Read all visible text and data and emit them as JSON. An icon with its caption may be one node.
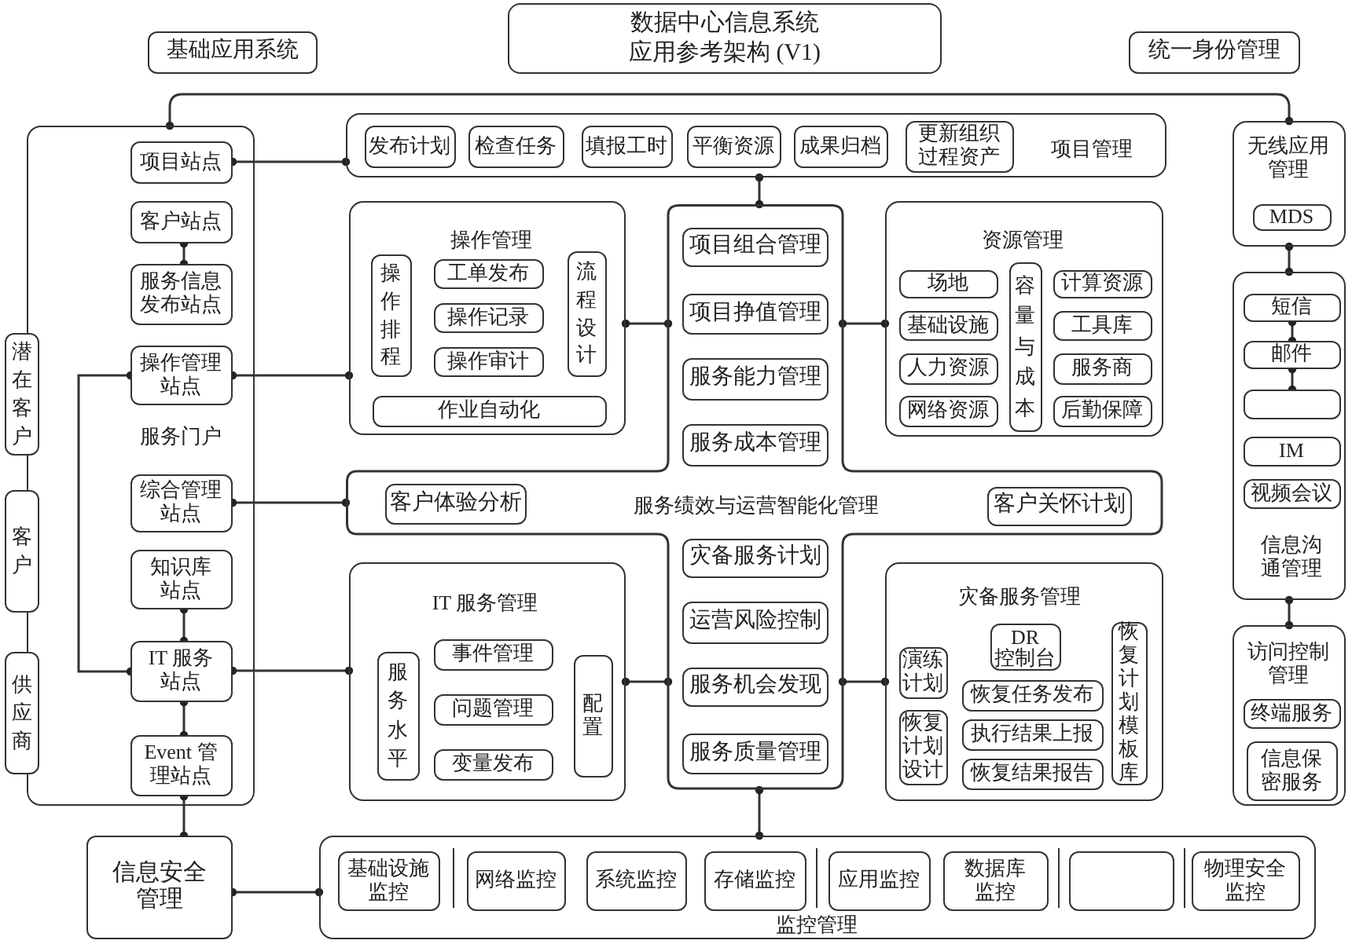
{
  "diagram": {
    "title": "数据中心信息系统应用参考架构 (V1)",
    "nodes": [
      {
        "text": [
          "基础应用系统"
        ]
      },
      {
        "text": [
          "统一身份管理"
        ]
      },
      {
        "text": [
          "服务门户"
        ]
      },
      {
        "text": [
          "项目站点"
        ],
        "in": 2
      },
      {
        "text": [
          "客户站点"
        ],
        "in": 2
      },
      {
        "text": [
          "服务信息发布站点"
        ],
        "in": 2
      },
      {
        "text": [
          "操作管理站点"
        ],
        "in": 2
      },
      {
        "text": [
          "综合管理站点"
        ],
        "in": 2
      },
      {
        "text": [
          "知识库站点"
        ],
        "in": 2
      },
      {
        "text": [
          "IT 服务站点"
        ],
        "in": 2
      },
      {
        "text": [
          "Event 管理站点"
        ],
        "in": 2
      },
      {
        "text": [
          "潜在客户"
        ]
      },
      {
        "text": [
          "客户"
        ]
      },
      {
        "text": [
          "供应商"
        ]
      },
      {
        "text": [
          "项目管理"
        ]
      },
      {
        "text": [
          "发布计划"
        ],
        "in": 14
      },
      {
        "text": [
          "检查任务"
        ],
        "in": 14
      },
      {
        "text": [
          "填报工时"
        ],
        "in": 14
      },
      {
        "text": [
          "平衡资源"
        ],
        "in": 14
      },
      {
        "text": [
          "成果归档"
        ],
        "in": 14
      },
      {
        "text": [
          "更新组织过程资产"
        ],
        "in": 14
      },
      {
        "text": [
          "操作管理"
        ]
      },
      {
        "text": [
          "操作排程"
        ],
        "in": 21
      },
      {
        "text": [
          "工单发布"
        ],
        "in": 21
      },
      {
        "text": [
          "操作记录"
        ],
        "in": 21
      },
      {
        "text": [
          "操作审计"
        ],
        "in": 21
      },
      {
        "text": [
          "流程设计"
        ],
        "in": 21
      },
      {
        "text": [
          "作业自动化"
        ],
        "in": 21
      },
      {
        "text": [
          "服务绩效与运营智能化管理"
        ]
      },
      {
        "text": [
          "项目组合管理"
        ],
        "in": 28
      },
      {
        "text": [
          "项目挣值管理"
        ],
        "in": 28
      },
      {
        "text": [
          "服务能力管理"
        ],
        "in": 28
      },
      {
        "text": [
          "服务成本管理"
        ],
        "in": 28
      },
      {
        "text": [
          "客户体验分析"
        ],
        "in": 28
      },
      {
        "text": [
          "客户关怀计划"
        ],
        "in": 28
      },
      {
        "text": [
          "灾备服务计划"
        ],
        "in": 28
      },
      {
        "text": [
          "运营风险控制"
        ],
        "in": 28
      },
      {
        "text": [
          "服务机会发现"
        ],
        "in": 28
      },
      {
        "text": [
          "服务质量管理"
        ],
        "in": 28
      },
      {
        "text": [
          "资源管理"
        ]
      },
      {
        "text": [
          "场地"
        ],
        "in": 39
      },
      {
        "text": [
          "基础设施"
        ],
        "in": 39
      },
      {
        "text": [
          "人力资源"
        ],
        "in": 39
      },
      {
        "text": [
          "网络资源"
        ],
        "in": 39
      },
      {
        "text": [
          "容量与成本"
        ],
        "in": 39
      },
      {
        "text": [
          "计算资源"
        ],
        "in": 39
      },
      {
        "text": [
          "工具库"
        ],
        "in": 39
      },
      {
        "text": [
          "服务商"
        ],
        "in": 39
      },
      {
        "text": [
          "后勤保障"
        ],
        "in": 39
      },
      {
        "text": [
          "IT 服务管理"
        ]
      },
      {
        "text": [
          "服务水平"
        ],
        "in": 49
      },
      {
        "text": [
          "事件管理"
        ],
        "in": 49
      },
      {
        "text": [
          "问题管理"
        ],
        "in": 49
      },
      {
        "text": [
          "变量发布"
        ],
        "in": 49
      },
      {
        "text": [
          "配置"
        ],
        "in": 49
      },
      {
        "text": [
          "灾备服务管理"
        ]
      },
      {
        "text": [
          "DR 控制台"
        ],
        "in": 55
      },
      {
        "text": [
          "演练计划"
        ],
        "in": 55
      },
      {
        "text": [
          "恢复计划设计"
        ],
        "in": 55
      },
      {
        "text": [
          "恢复任务发布"
        ],
        "in": 55
      },
      {
        "text": [
          "执行结果上报"
        ],
        "in": 55
      },
      {
        "text": [
          "恢复结果报告"
        ],
        "in": 55
      },
      {
        "text": [
          "恢复计划模板库"
        ],
        "in": 55
      },
      {
        "text": [
          "无线应用管理"
        ]
      },
      {
        "text": [
          "MDS"
        ],
        "in": 63
      },
      {
        "text": [
          "信息沟通管理"
        ]
      },
      {
        "text": [
          "短信"
        ],
        "in": 65
      },
      {
        "text": [
          "邮件"
        ],
        "in": 65
      },
      {
        "text": [],
        "shape": "box",
        "in": 65
      },
      {
        "text": [
          "IM"
        ],
        "in": 65
      },
      {
        "text": [
          "视频会议"
        ],
        "in": 65
      },
      {
        "text": [
          "访问控制管理"
        ]
      },
      {
        "text": [
          "终端服务"
        ],
        "in": 71
      },
      {
        "text": [
          "信息保密服务"
        ],
        "in": 71
      },
      {
        "text": [
          "信息安全管理"
        ]
      },
      {
        "text": [
          "监控管理"
        ]
      },
      {
        "text": [
          "基础设施监控"
        ],
        "in": 75
      },
      {
        "text": [
          "网络监控"
        ],
        "in": 75
      },
      {
        "text": [
          "系统监控"
        ],
        "in": 75
      },
      {
        "text": [
          "存储监控"
        ],
        "in": 75
      },
      {
        "text": [
          "应用监控"
        ],
        "in": 75
      },
      {
        "text": [
          "数据库监控"
        ],
        "in": 75
      },
      {
        "text": [],
        "shape": "box",
        "in": 75
      },
      {
        "text": [
          "物理安全监控"
        ],
        "in": 75
      }
    ],
    "edges": [
      {
        "from": 2,
        "to": 63,
        "arrow": "other"
      },
      {
        "from": 4,
        "to": 5,
        "arrow": "other"
      },
      {
        "from": 8,
        "to": 9,
        "arrow": "other"
      },
      {
        "from": 9,
        "to": 10,
        "arrow": "other"
      },
      {
        "from": 6,
        "to": 9,
        "arrow": "other"
      },
      {
        "from": 10,
        "to": 74,
        "arrow": "other"
      },
      {
        "from": 3,
        "to": 14,
        "arrow": "other"
      },
      {
        "from": 6,
        "to": 21,
        "arrow": "other"
      },
      {
        "from": 7,
        "to": 28,
        "arrow": "other"
      },
      {
        "from": 9,
        "to": 49,
        "arrow": "other"
      },
      {
        "from": 14,
        "to": 28,
        "arrow": "other"
      },
      {
        "from": 21,
        "to": 28,
        "arrow": "other"
      },
      {
        "from": 28,
        "to": 39,
        "arrow": "other"
      },
      {
        "from": 49,
        "to": 28,
        "arrow": "other"
      },
      {
        "from": 28,
        "to": 55,
        "arrow": "other"
      },
      {
        "from": 28,
        "to": 75,
        "arrow": "other"
      },
      {
        "from": 63,
        "to": 65,
        "arrow": "other"
      },
      {
        "from": 66,
        "to": 67,
        "arrow": "other"
      },
      {
        "from": 67,
        "to": 68,
        "arrow": "other"
      },
      {
        "from": 65,
        "to": 71,
        "arrow": "other"
      },
      {
        "from": 74,
        "to": 75,
        "arrow": "other"
      }
    ]
  }
}
